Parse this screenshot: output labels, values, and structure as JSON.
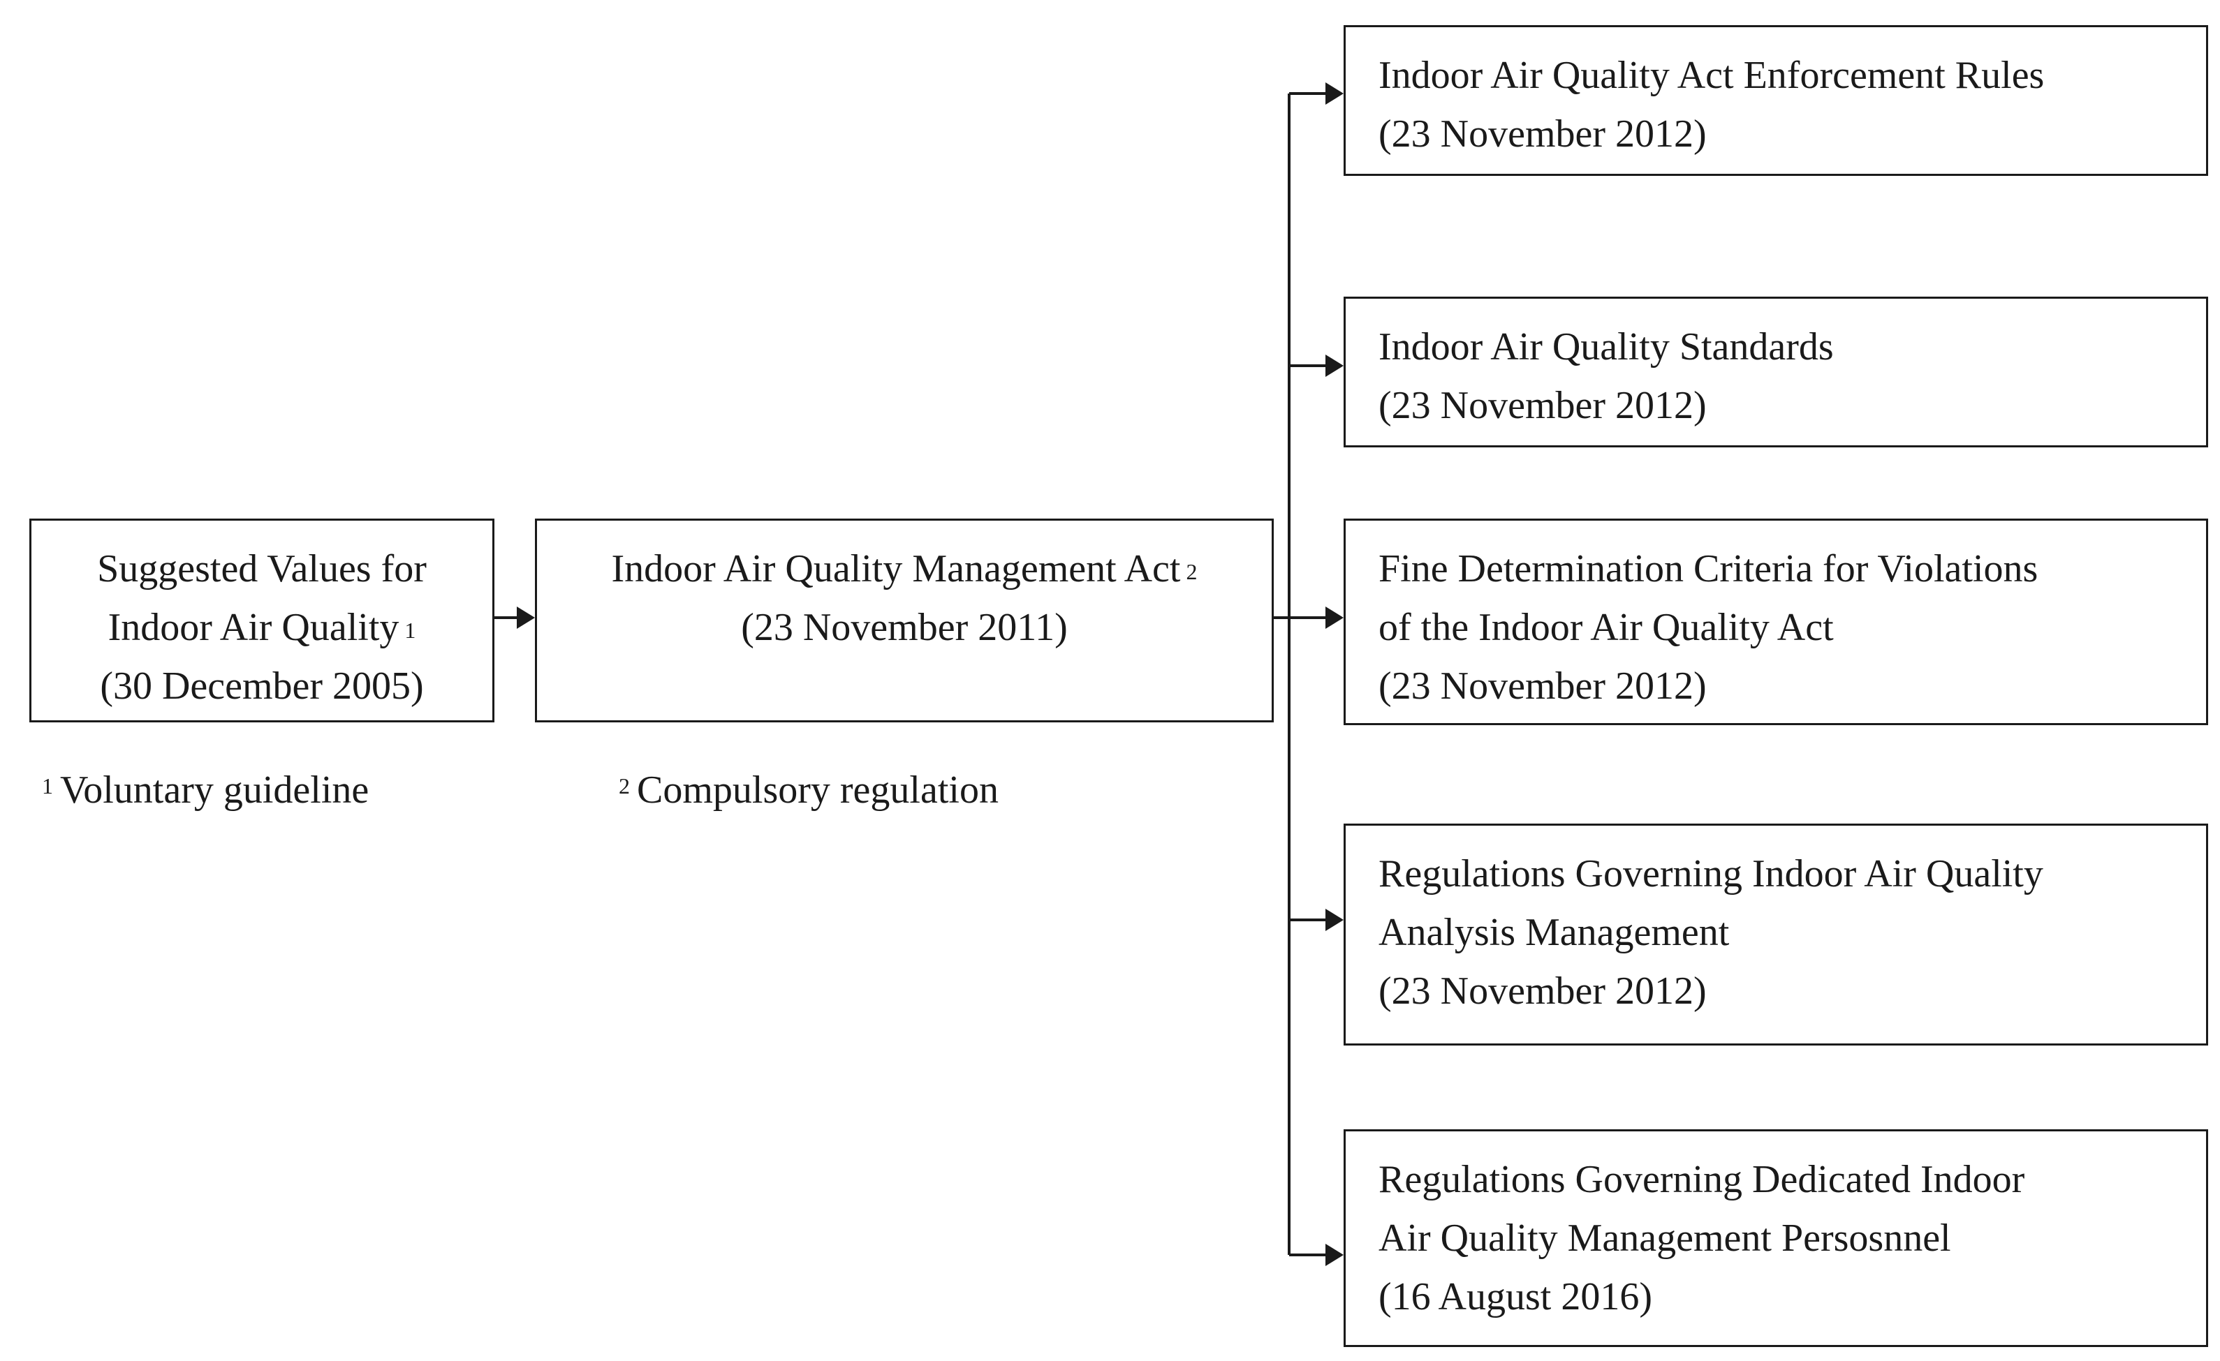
{
  "nodes": {
    "suggested": {
      "lines": [
        "Suggested Values for",
        "Indoor Air Quality",
        "(30 December 2005)"
      ],
      "footnote_ref": "1"
    },
    "act": {
      "lines": [
        "Indoor Air Quality Management Act",
        "(23 November 2011)"
      ],
      "footnote_ref": "2"
    },
    "enforcement": {
      "lines": [
        "Indoor Air Quality Act Enforcement Rules",
        "(23 November 2012)"
      ]
    },
    "standards": {
      "lines": [
        "Indoor Air Quality Standards",
        "(23 November 2012)"
      ]
    },
    "fines": {
      "lines": [
        "Fine Determination Criteria for Violations",
        "of the Indoor Air Quality Act",
        "(23 November 2012)"
      ]
    },
    "analysis": {
      "lines": [
        "Regulations Governing Indoor Air Quality",
        "Analysis Management",
        "(23 November 2012)"
      ]
    },
    "personnel": {
      "lines": [
        "Regulations Governing Dedicated Indoor",
        "Air Quality Management Persosnnel",
        "(16 August 2016)"
      ]
    }
  },
  "footnotes": [
    {
      "mark": "1",
      "text": "Voluntary guideline"
    },
    {
      "mark": "2",
      "text": "Compulsory regulation"
    }
  ]
}
